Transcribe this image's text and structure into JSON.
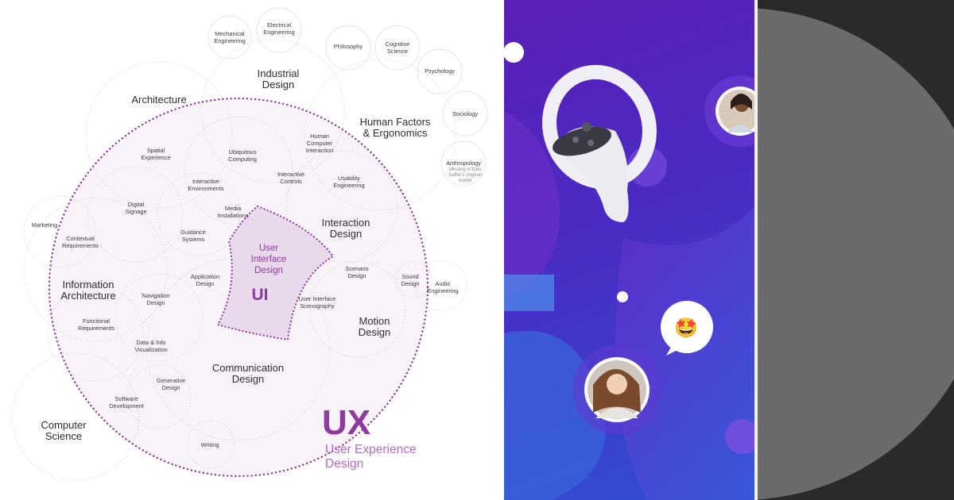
{
  "diagram": {
    "ux_mark": "UX",
    "ux_title_line1": "User Experience",
    "ux_title_line2": "Design",
    "ui_mark": "UI",
    "ui_title": [
      "User",
      "Interface",
      "Design"
    ],
    "labels": {
      "mechanical_engineering": [
        "Mechanical",
        "Engineering"
      ],
      "electrical_engineering": [
        "Electrical",
        "Engineering"
      ],
      "philosophy": [
        "Philosophy"
      ],
      "cognitive_science": [
        "Cognitive",
        "Science"
      ],
      "psychology": [
        "Psychology"
      ],
      "sociology": [
        "Sociology"
      ],
      "anthropology": [
        "Anthropology"
      ],
      "anthropology_note": [
        "Missing in Dan",
        "Saffer's original",
        "model"
      ],
      "industrial_design": [
        "Industrial",
        "Design"
      ],
      "architecture": [
        "Architecture"
      ],
      "human_factors": [
        "Human Factors",
        "& Ergonomics"
      ],
      "spatial_experience": [
        "Spatial",
        "Experience"
      ],
      "ubiquitous_computing": [
        "Ubiquitous",
        "Computing"
      ],
      "hci": [
        "Human",
        "Computer",
        "Interaction"
      ],
      "interactive_environments": [
        "Interactive",
        "Environments"
      ],
      "interactive_controls": [
        "Interactive",
        "Controls"
      ],
      "usability_engineering": [
        "Usability",
        "Engineering"
      ],
      "digital_signage": [
        "Digital",
        "Signage"
      ],
      "media_installations": [
        "Media",
        "Installations"
      ],
      "interaction_design": [
        "Interaction",
        "Design"
      ],
      "marketing": [
        "Marketing"
      ],
      "contextual_requirements": [
        "Contextual",
        "Requirements"
      ],
      "guidance_systems": [
        "Guidance",
        "Systems"
      ],
      "scenario_design": [
        "Scenario",
        "Design"
      ],
      "sound_design": [
        "Sound",
        "Design"
      ],
      "audio_engineering": [
        "Audio",
        "Engineering"
      ],
      "application_design": [
        "Application",
        "Design"
      ],
      "information_architecture": [
        "Information",
        "Architecture"
      ],
      "navigation_design": [
        "Navigation",
        "Design"
      ],
      "ui_scenography": [
        "User Interface",
        "Scenography"
      ],
      "motion_design": [
        "Motion",
        "Design"
      ],
      "functional_requirements": [
        "Functional",
        "Requirements"
      ],
      "data_info_viz": [
        "Data & Info",
        "Visualization"
      ],
      "communication_design": [
        "Communication",
        "Design"
      ],
      "generative_design": [
        "Generative",
        "Design"
      ],
      "software_development": [
        "Software",
        "Development"
      ],
      "computer_science": [
        "Computer",
        "Science"
      ],
      "writing": [
        "Writing"
      ]
    },
    "colors": {
      "purple": "#8e3a9e",
      "ux_fill": "#f8f2f9",
      "ui_fill": "#e9d9ed"
    }
  },
  "promo": {
    "emoji": "🤩",
    "colors": {
      "gradient_start": "#5a1fb5",
      "gradient_end": "#2f50d6"
    }
  },
  "dark_panel": {
    "colors": {
      "background": "#2a2a2a",
      "disc": "#6b6b6b"
    }
  }
}
